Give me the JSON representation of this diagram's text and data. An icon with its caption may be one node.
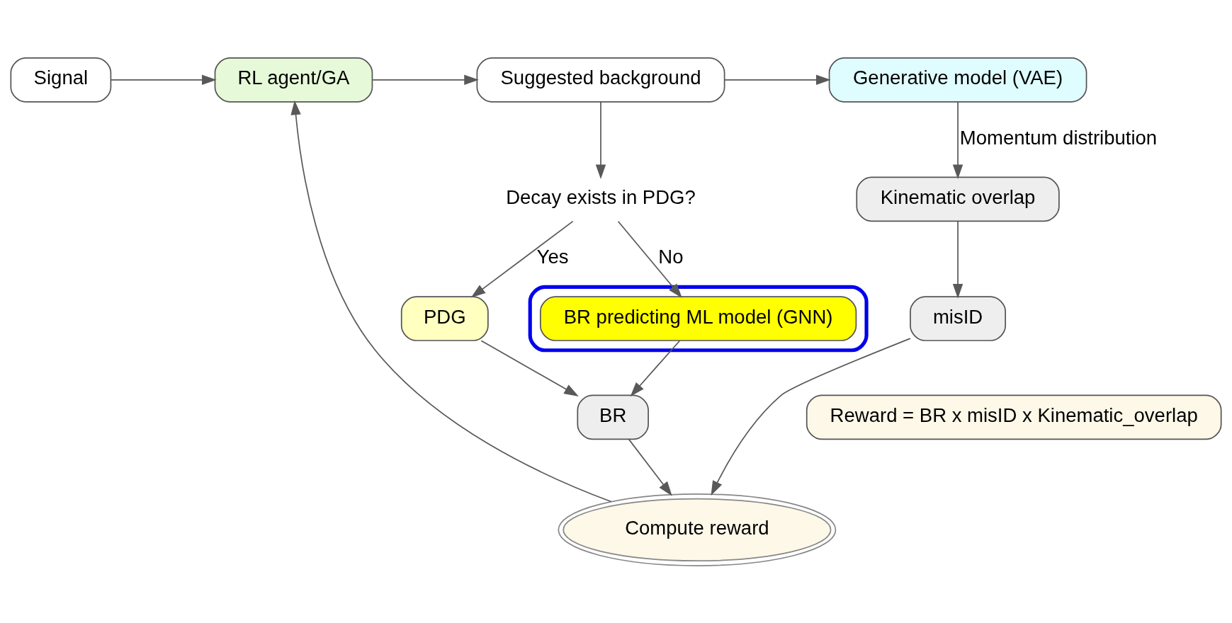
{
  "diagram": {
    "nodes": [
      {
        "text": [
          "Signal"
        ]
      },
      {
        "text": [
          "RL agent/GA"
        ]
      },
      {
        "text": [
          "Suggested background"
        ]
      },
      {
        "text": [
          "Generative model (VAE)"
        ]
      },
      {
        "text": [
          "Decay exists in PDG?"
        ]
      },
      {
        "text": [
          "PDG"
        ]
      },
      {
        "text": [],
        "shape": "ellipse"
      },
      {
        "text": [
          "BR predicting ML model (GNN)"
        ],
        "in": 6
      },
      {
        "text": [
          "Compute reward"
        ]
      },
      {
        "text": [
          "Kinematic overlap"
        ]
      },
      {
        "text": [
          "BR"
        ]
      },
      {
        "text": [
          "misID"
        ]
      },
      {
        "text": [
          "Reward = BR x misID x Kinematic_overlap"
        ]
      }
    ],
    "edges": [
      {
        "from": 0,
        "to": 1,
        "arrow": "to"
      },
      {
        "from": 1,
        "to": 2,
        "arrow": "to"
      },
      {
        "from": 2,
        "to": 3,
        "arrow": "to"
      },
      {
        "from": 2,
        "to": 4,
        "arrow": "to"
      },
      {
        "from": 4,
        "to": 5,
        "arrow": "to",
        "label": "Yes"
      },
      {
        "from": 4,
        "to": 7,
        "arrow": "to",
        "label": "No"
      },
      {
        "from": 3,
        "to": 9,
        "arrow": "to",
        "label": "Momentum distribution"
      },
      {
        "from": 5,
        "to": 10,
        "arrow": "to"
      },
      {
        "from": 7,
        "to": 10,
        "arrow": "to"
      },
      {
        "from": 10,
        "to": 8,
        "arrow": "to"
      },
      {
        "from": 9,
        "to": 11,
        "arrow": "to"
      },
      {
        "from": 11,
        "to": 8,
        "arrow": "to"
      },
      {
        "from": 8,
        "to": 1,
        "arrow": "to"
      }
    ]
  }
}
